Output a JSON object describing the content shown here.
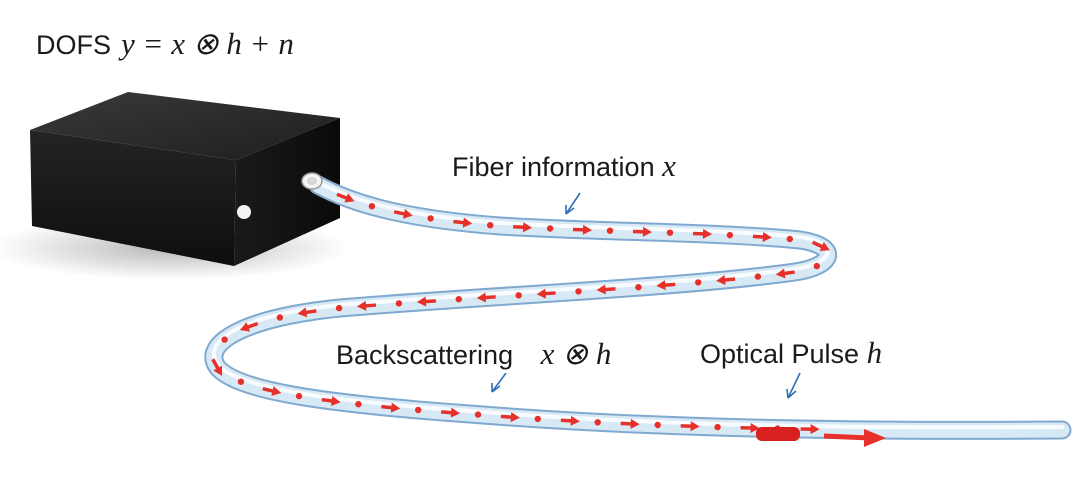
{
  "title": {
    "device": "DOFS",
    "equation": "y = x ⊗ h + n"
  },
  "labels": {
    "fiber_information": "Fiber information",
    "fiber_information_symbol": "x",
    "backscattering": "Backscattering",
    "backscattering_symbol": "x ⊗ h",
    "optical_pulse": "Optical Pulse",
    "optical_pulse_symbol": "h"
  },
  "colors": {
    "device_body": "#1c1c1c",
    "fiber": "#bcd8ee",
    "fiber_edge": "#7fa9cf",
    "signal": "#e8302a",
    "pointer": "#2f6fb6",
    "text": "#1a1a1a"
  },
  "icons": {
    "device": "black-box-device-icon",
    "connector": "fiber-connector-icon",
    "port": "front-port-icon",
    "pointer": "pointer-arrow-icon"
  }
}
